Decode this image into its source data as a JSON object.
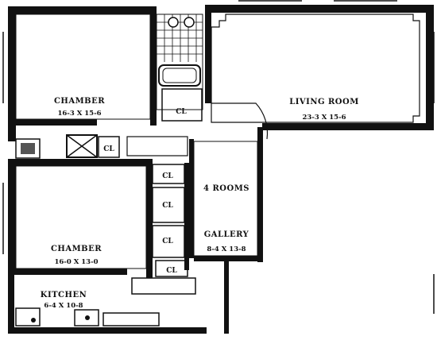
{
  "floorplan": {
    "rooms": {
      "chamber_upper": {
        "name": "CHAMBER",
        "dims": "16-3 X 15-6"
      },
      "living_room": {
        "name": "LIVING ROOM",
        "dims": "23-3 X 15-6"
      },
      "chamber_lower": {
        "name": "CHAMBER",
        "dims": "16-0 X 13-0"
      },
      "gallery": {
        "name": "GALLERY",
        "dims": "8-4 X 13-8"
      },
      "kitchen": {
        "name": "KITCHEN",
        "dims": "6-4 X 10-8"
      }
    },
    "closets": {
      "label": "CL"
    },
    "rooms_note": "4 ROOMS"
  }
}
